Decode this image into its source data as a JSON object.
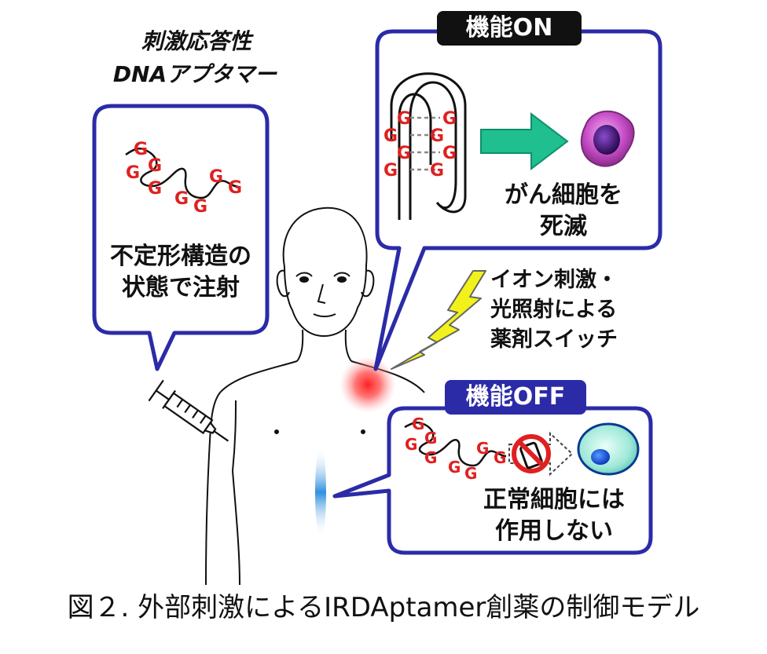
{
  "header": {
    "line1": "刺激応答性",
    "line2": "DNAアプタマー"
  },
  "left_bubble": {
    "line1": "不定形構造の",
    "line2": "状態で注射"
  },
  "on_panel": {
    "badge": "機能ON",
    "line1": "がん細胞を",
    "line2": "死滅"
  },
  "switch_label": {
    "line1": "イオン刺激・",
    "line2": "光照射による",
    "line3": "薬剤スイッチ"
  },
  "off_panel": {
    "badge": "機能OFF",
    "line1": "正常細胞には",
    "line2": "作用しない"
  },
  "base_letter": "G",
  "caption": "図２. 外部刺激によるIRDAptamer創薬の制御モデル",
  "colors": {
    "bubble_border": "#2b2ba8",
    "badge_on": "#111111",
    "badge_off": "#2b2ba8",
    "base_letter": "#e02020",
    "arrow": "#1fbf8f",
    "lightning": "#f2f21a",
    "cancer_cell": "#c84fc8",
    "normal_cell": "#7fe0d0"
  }
}
